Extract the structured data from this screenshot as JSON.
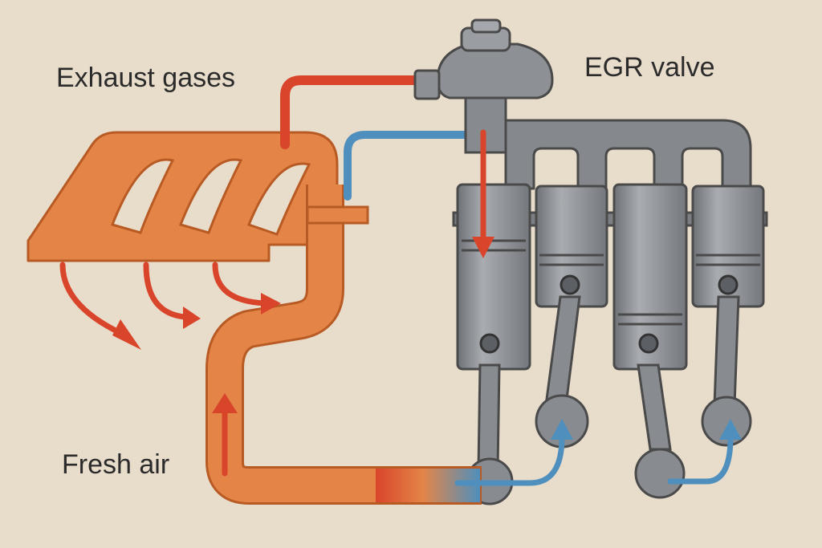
{
  "labels": {
    "exhaust": "Exhaust gases",
    "egr": "EGR valve",
    "fresh": "Fresh air"
  },
  "colors": {
    "background": "#e8dccb",
    "exhaust_manifold": "#e48547",
    "exhaust_flow": "#d9452b",
    "fresh_flow": "#4f8fbd",
    "engine_metal": "#8d9094",
    "outline": "#4a4a4a"
  },
  "icons": [
    "egr-valve-icon",
    "piston-icon",
    "connecting-rod-icon",
    "flow-arrow-icon"
  ]
}
